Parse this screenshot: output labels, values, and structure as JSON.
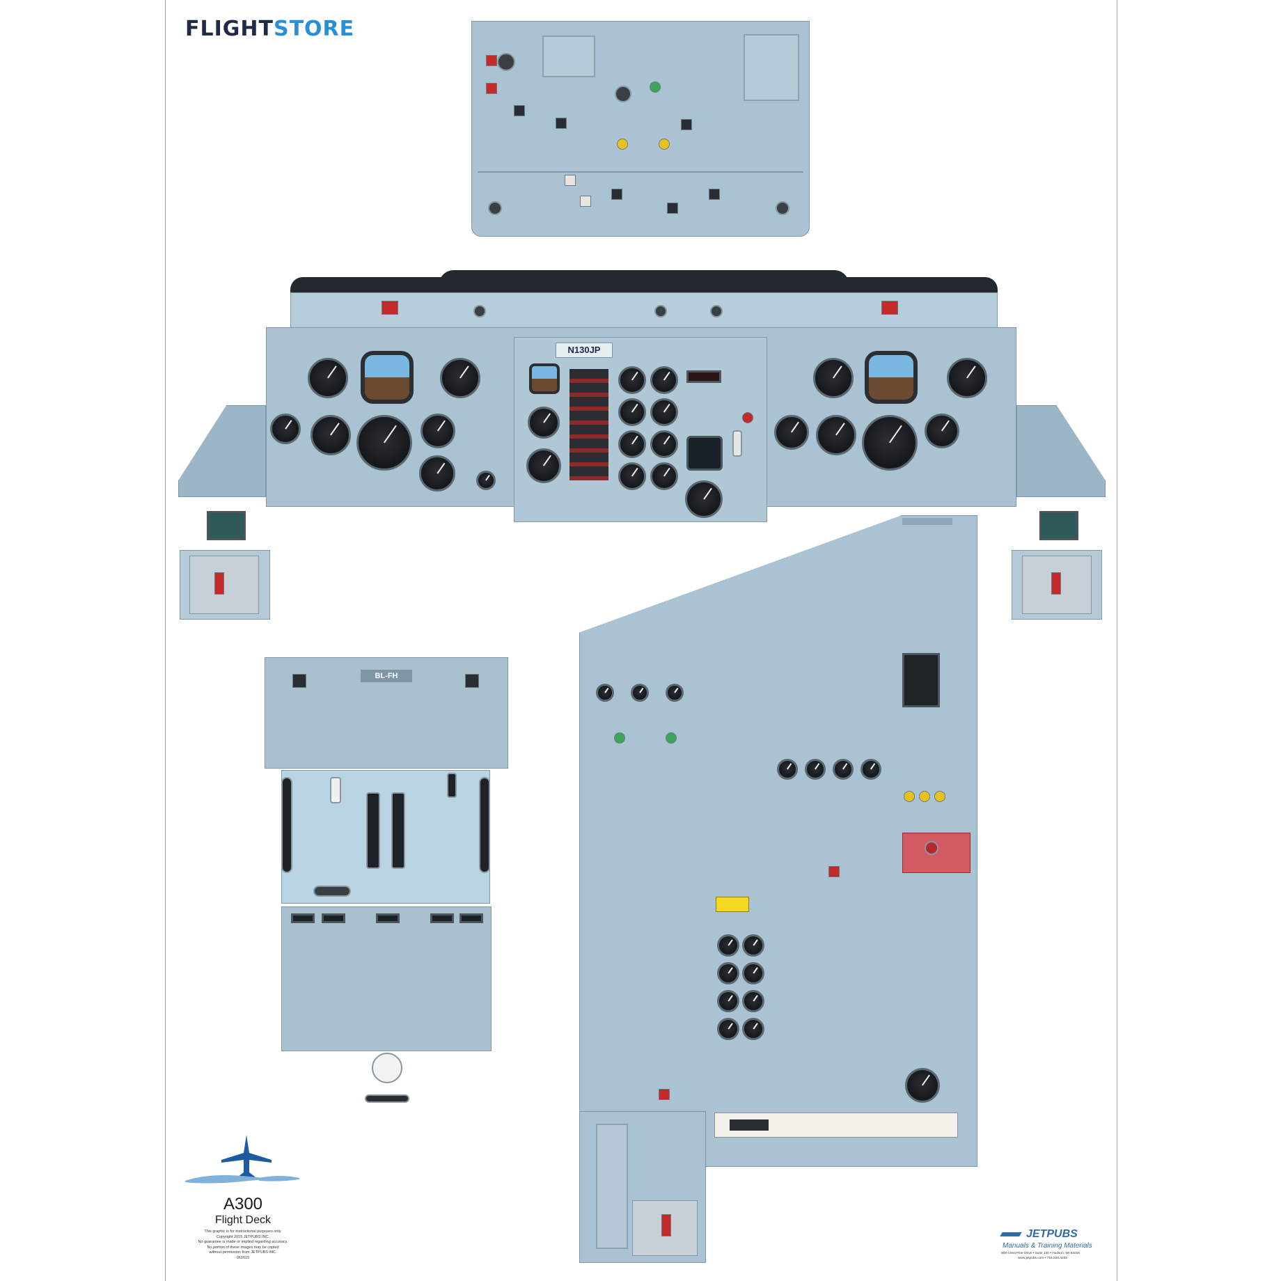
{
  "brand": {
    "flight": "FLIGHT",
    "store": "STORE",
    "flight_color": "#1f2a44",
    "store_color": "#2b8fd6"
  },
  "panels": {
    "registration": "N130JP",
    "pedestal_tag": "BL-FH"
  },
  "colors": {
    "panel_fill": "#a9c3d2",
    "panel_border": "#7f98a8",
    "glareshield": "#23292f",
    "warning_red": "#c52a2a",
    "status_green": "#3ca55a",
    "caution_yellow": "#e7c21f"
  },
  "product": {
    "model": "A300",
    "subtitle": "Flight Deck",
    "legal": [
      "This graphic is for instructional purposes only.",
      "Copyright 2015 JETPUBS INC.",
      "No guarantee is made or implied regarding accuracy.",
      "No portion of these images may be copied",
      "without permission from JETPUBS INC.",
      "061615"
    ]
  },
  "publisher": {
    "name": "JETPUBS",
    "tagline": "Manuals & Training Materials",
    "address": "908 Crest Pine Drive • Suite 130 • Hudson, WI 54016",
    "contact": "www.jetpubs.com • 715.220.4232",
    "color": "#2e6ca8"
  }
}
